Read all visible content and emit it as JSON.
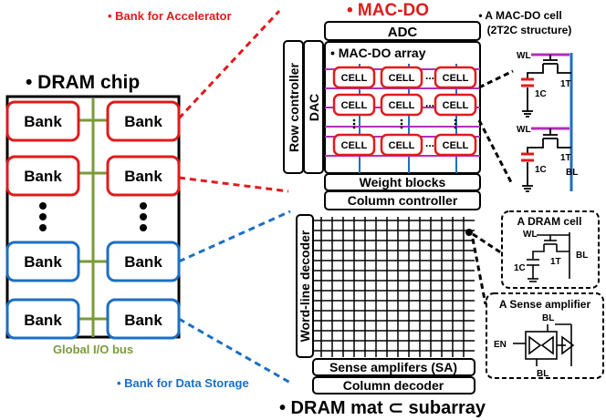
{
  "colors": {
    "red": "#e01b1b",
    "blue": "#1b6fc4",
    "green": "#7a9a3a",
    "purple": "#b02fb8",
    "black": "#000000"
  },
  "left": {
    "red_label": "• Bank for Accelerator",
    "title": "• DRAM chip",
    "bank_label": "Bank",
    "dots": "●",
    "bus_label": "Global I/O bus",
    "blue_label": "• Bank for Data Storage"
  },
  "mac": {
    "title": "• MAC-DO",
    "adc": "ADC",
    "row_controller": "Row controller",
    "dac": "DAC",
    "array_title": "• MAC-DO array",
    "cell": "CELL",
    "ellipsis": "...",
    "weight_blocks": "Weight blocks",
    "column_controller": "Column controller"
  },
  "mat": {
    "wordline_decoder": "Word-line decoder",
    "sense_amps": "Sense amplifers (SA)",
    "column_decoder": "Column decoder",
    "caption": "• DRAM mat ⊂ subarray"
  },
  "macdo_cell": {
    "title_line1": "• A MAC-DO cell",
    "title_line2": "(2T2C structure)",
    "wl": "WL",
    "t1": "1T",
    "c1": "1C",
    "bl": "BL"
  },
  "dram_cell": {
    "title": "A DRAM cell",
    "wl": "WL",
    "t1": "1T",
    "c1": "1C",
    "bl": "BL"
  },
  "sense_amp": {
    "title": "A Sense amplifier",
    "en": "EN",
    "bl_top": "BL",
    "bl_bottom": "BL"
  }
}
